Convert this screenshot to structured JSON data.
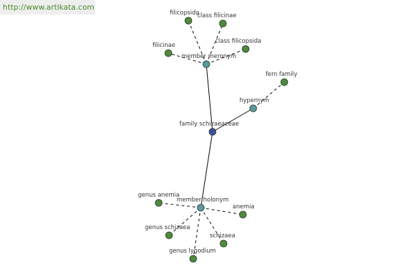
{
  "watermark": "http://www.artikata.com",
  "colors": {
    "center": "#3f4f9a",
    "relation": "#5a9a9a",
    "leaf": "#4f8a3f",
    "edge": "#000000"
  },
  "nodes": [
    {
      "id": "family",
      "label": "family schizaeaceae",
      "kind": "center"
    },
    {
      "id": "meronym",
      "label": "member meronym",
      "kind": "relation"
    },
    {
      "id": "hypernym",
      "label": "hypernym",
      "kind": "relation"
    },
    {
      "id": "holonym",
      "label": "member holonym",
      "kind": "relation"
    },
    {
      "id": "filicopsida",
      "label": "filicopsida",
      "kind": "leaf"
    },
    {
      "id": "class_filicinae",
      "label": "class filicinae",
      "kind": "leaf"
    },
    {
      "id": "filicinae",
      "label": "filicinae",
      "kind": "leaf"
    },
    {
      "id": "class_filicopsida",
      "label": "class filicopsida",
      "kind": "leaf"
    },
    {
      "id": "fern_family",
      "label": "fern family",
      "kind": "leaf"
    },
    {
      "id": "genus_anemia",
      "label": "genus anemia",
      "kind": "leaf"
    },
    {
      "id": "anemia",
      "label": "anemia",
      "kind": "leaf"
    },
    {
      "id": "genus_schizaea",
      "label": "genus schizaea",
      "kind": "leaf"
    },
    {
      "id": "schizaea",
      "label": "schizaea",
      "kind": "leaf"
    },
    {
      "id": "genus_lygodium",
      "label": "genus lygodium",
      "kind": "leaf"
    }
  ],
  "edges": [
    {
      "from": "family",
      "to": "meronym",
      "style": "solid"
    },
    {
      "from": "family",
      "to": "hypernym",
      "style": "solid"
    },
    {
      "from": "family",
      "to": "holonym",
      "style": "solid"
    },
    {
      "from": "meronym",
      "to": "filicopsida",
      "style": "dashed"
    },
    {
      "from": "meronym",
      "to": "class_filicinae",
      "style": "dashed"
    },
    {
      "from": "meronym",
      "to": "filicinae",
      "style": "dashed"
    },
    {
      "from": "meronym",
      "to": "class_filicopsida",
      "style": "dashed"
    },
    {
      "from": "hypernym",
      "to": "fern_family",
      "style": "dashed"
    },
    {
      "from": "holonym",
      "to": "genus_anemia",
      "style": "dashed"
    },
    {
      "from": "holonym",
      "to": "anemia",
      "style": "dashed"
    },
    {
      "from": "holonym",
      "to": "genus_schizaea",
      "style": "dashed"
    },
    {
      "from": "holonym",
      "to": "schizaea",
      "style": "dashed"
    },
    {
      "from": "holonym",
      "to": "genus_lygodium",
      "style": "dashed"
    }
  ]
}
